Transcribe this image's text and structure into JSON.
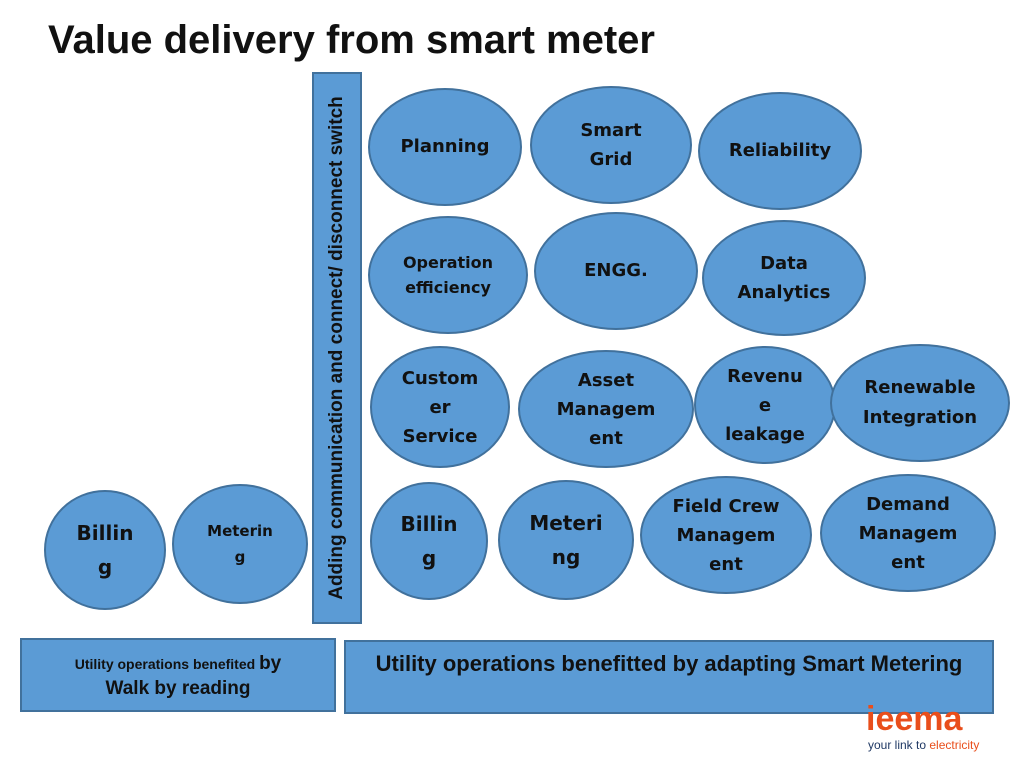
{
  "title": "Value delivery from smart meter",
  "vertical_label": "Adding communication and connect/ disconnect switch",
  "bubbles": [
    {
      "label": "Planning"
    },
    {
      "label": "Smart\nGrid"
    },
    {
      "label": "Reliability"
    },
    {
      "label": "Operation\nefficiency"
    },
    {
      "label": "ENGG."
    },
    {
      "label": "Data\nAnalytics"
    },
    {
      "label": "Custom\ner\nService"
    },
    {
      "label": "Asset\nManagem\nent"
    },
    {
      "label": "Revenu\ne\nleakage"
    },
    {
      "label": "Renewable\nIntegration"
    },
    {
      "label": "Billin\ng"
    },
    {
      "label": "Meteri\nng"
    },
    {
      "label": "Field Crew\nManagem\nent"
    },
    {
      "label": "Demand\nManagem\nent"
    },
    {
      "label": "Billin\ng"
    },
    {
      "label": "Meterin\ng"
    }
  ],
  "left_box": {
    "text_small": "Utility operations benefited ",
    "text_by": "by",
    "text_line2": "Walk by reading"
  },
  "right_box": {
    "text": "Utility operations benefitted by adapting Smart Metering"
  },
  "logo": {
    "word": "ieema",
    "tagline_prefix": "your link to ",
    "tagline_highlight": "electricity"
  }
}
